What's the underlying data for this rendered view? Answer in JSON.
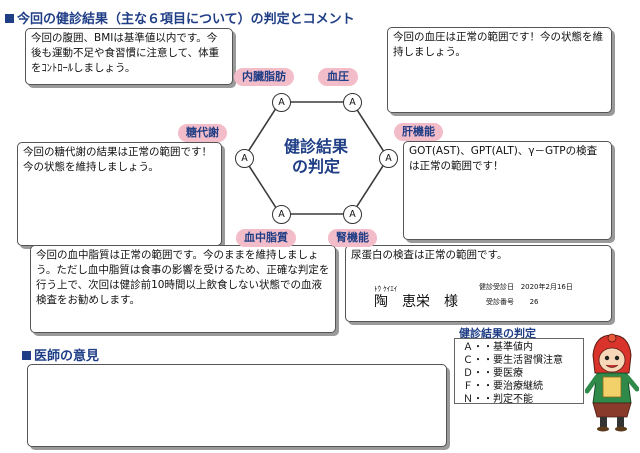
{
  "headers": {
    "results": "今回の健診結果（主な６項目について）の判定とコメント",
    "doctor": "医師の意見"
  },
  "center": {
    "line1": "健診結果",
    "line2": "の判定"
  },
  "categories": {
    "naizoushibou": "内臓脂肪",
    "ketsuatsu": "血圧",
    "toudaisha": "糖代謝",
    "kankinou": "肝機能",
    "kecchuushishitsu": "血中脂質",
    "jinkinou": "腎機能"
  },
  "grades": {
    "naizoushibou": "A",
    "ketsuatsu": "A",
    "toudaisha": "A",
    "kankinou": "A",
    "kecchuushishitsu": "A",
    "jinkinou": "A"
  },
  "comments": {
    "naizoushibou": "今回の腹囲、BMIは基準値以内です。今後も運動不足や食習慣に注意して、体重をｺﾝﾄﾛｰﾙしましょう。",
    "ketsuatsu": "今回の血圧は正常の範囲です！今の状態を維持しましょう。",
    "toudaisha": "今回の糖代謝の結果は正常の範囲です！今の状態を維持しましょう。",
    "kankinou": "GOT(AST)、GPT(ALT)、γ－GTPの検査は正常の範囲です！",
    "kecchuushishitsu": "今回の血中脂質は正常の範囲です。今のままを維持しましょう。ただし血中脂質は食事の影響を受けるため、正確な判定を行う上で、次回は健診前10時間以上飲食しない状態での血液検査をお勧めします。",
    "jinkinou": "尿蛋白の検査は正常の範囲です。"
  },
  "patient": {
    "furigana": "ﾄｳ ｹｲｴｲ",
    "name": "陶　恵栄　様",
    "date_label": "健診受診日",
    "date_value": "2020年2月16日",
    "number_label": "受診番号",
    "number_value": "26"
  },
  "legend": {
    "title": "健診結果の判定",
    "items": [
      "Ａ・・基準値内",
      "Ｃ・・要生活習慣注意",
      "Ｄ・・要医療",
      "Ｆ・・要治療継続",
      "Ｎ・・判定不能"
    ]
  },
  "doctor_opinion": "",
  "colors": {
    "header_blue": "#1f3e86",
    "pill_pink": "#f3bcc9",
    "hexagon_stroke": "#3a3a3a"
  }
}
